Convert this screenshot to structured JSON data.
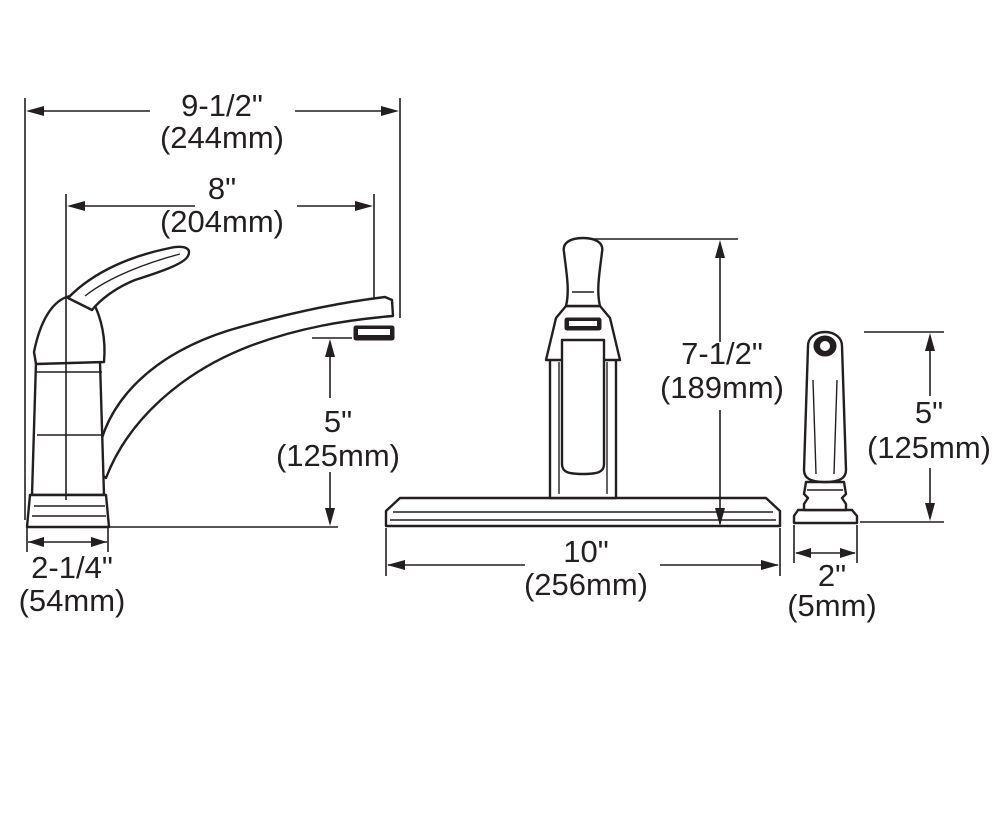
{
  "dimensions": {
    "side_overall_width": {
      "imperial": "9-1/2\"",
      "metric": "(244mm)"
    },
    "side_spout_reach": {
      "imperial": "8\"",
      "metric": "(204mm)"
    },
    "side_spout_height": {
      "imperial": "5\"",
      "metric": "(125mm)"
    },
    "side_base_width": {
      "imperial": "2-1/4\"",
      "metric": "(54mm)"
    },
    "front_height": {
      "imperial": "7-1/2\"",
      "metric": "(189mm)"
    },
    "front_plate_width": {
      "imperial": "10\"",
      "metric": "(256mm)"
    },
    "sprayer_height": {
      "imperial": "5\"",
      "metric": "(125mm)"
    },
    "sprayer_base_width": {
      "imperial": "2\"",
      "metric": "(5mm)"
    }
  },
  "colors": {
    "ink": "#231f20",
    "background": "#ffffff"
  }
}
